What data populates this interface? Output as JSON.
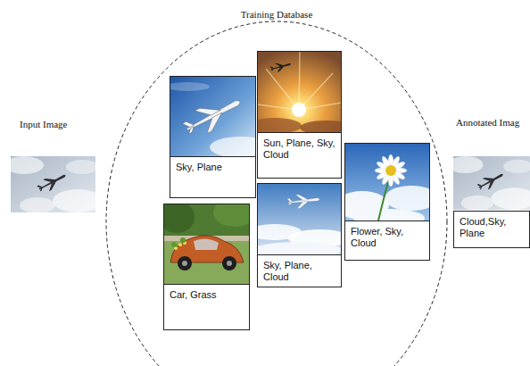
{
  "diagram": {
    "nodes": [
      {
        "text": [
          "Input Image"
        ]
      },
      {
        "text": [
          "Training Database"
        ]
      },
      {
        "text": [
          "Sun, Plane, Sky, Cloud"
        ],
        "in": 1
      },
      {
        "text": [
          "Sky, Plane"
        ],
        "in": 1
      },
      {
        "text": [
          "Flower, Sky, Cloud"
        ],
        "in": 1
      },
      {
        "text": [
          "Sky, Plane, Cloud"
        ],
        "in": 1
      },
      {
        "text": [
          "Car, Grass"
        ],
        "in": 1
      },
      {
        "text": [
          "Annotated Imag",
          "Cloud,Sky, Plane"
        ]
      }
    ]
  }
}
